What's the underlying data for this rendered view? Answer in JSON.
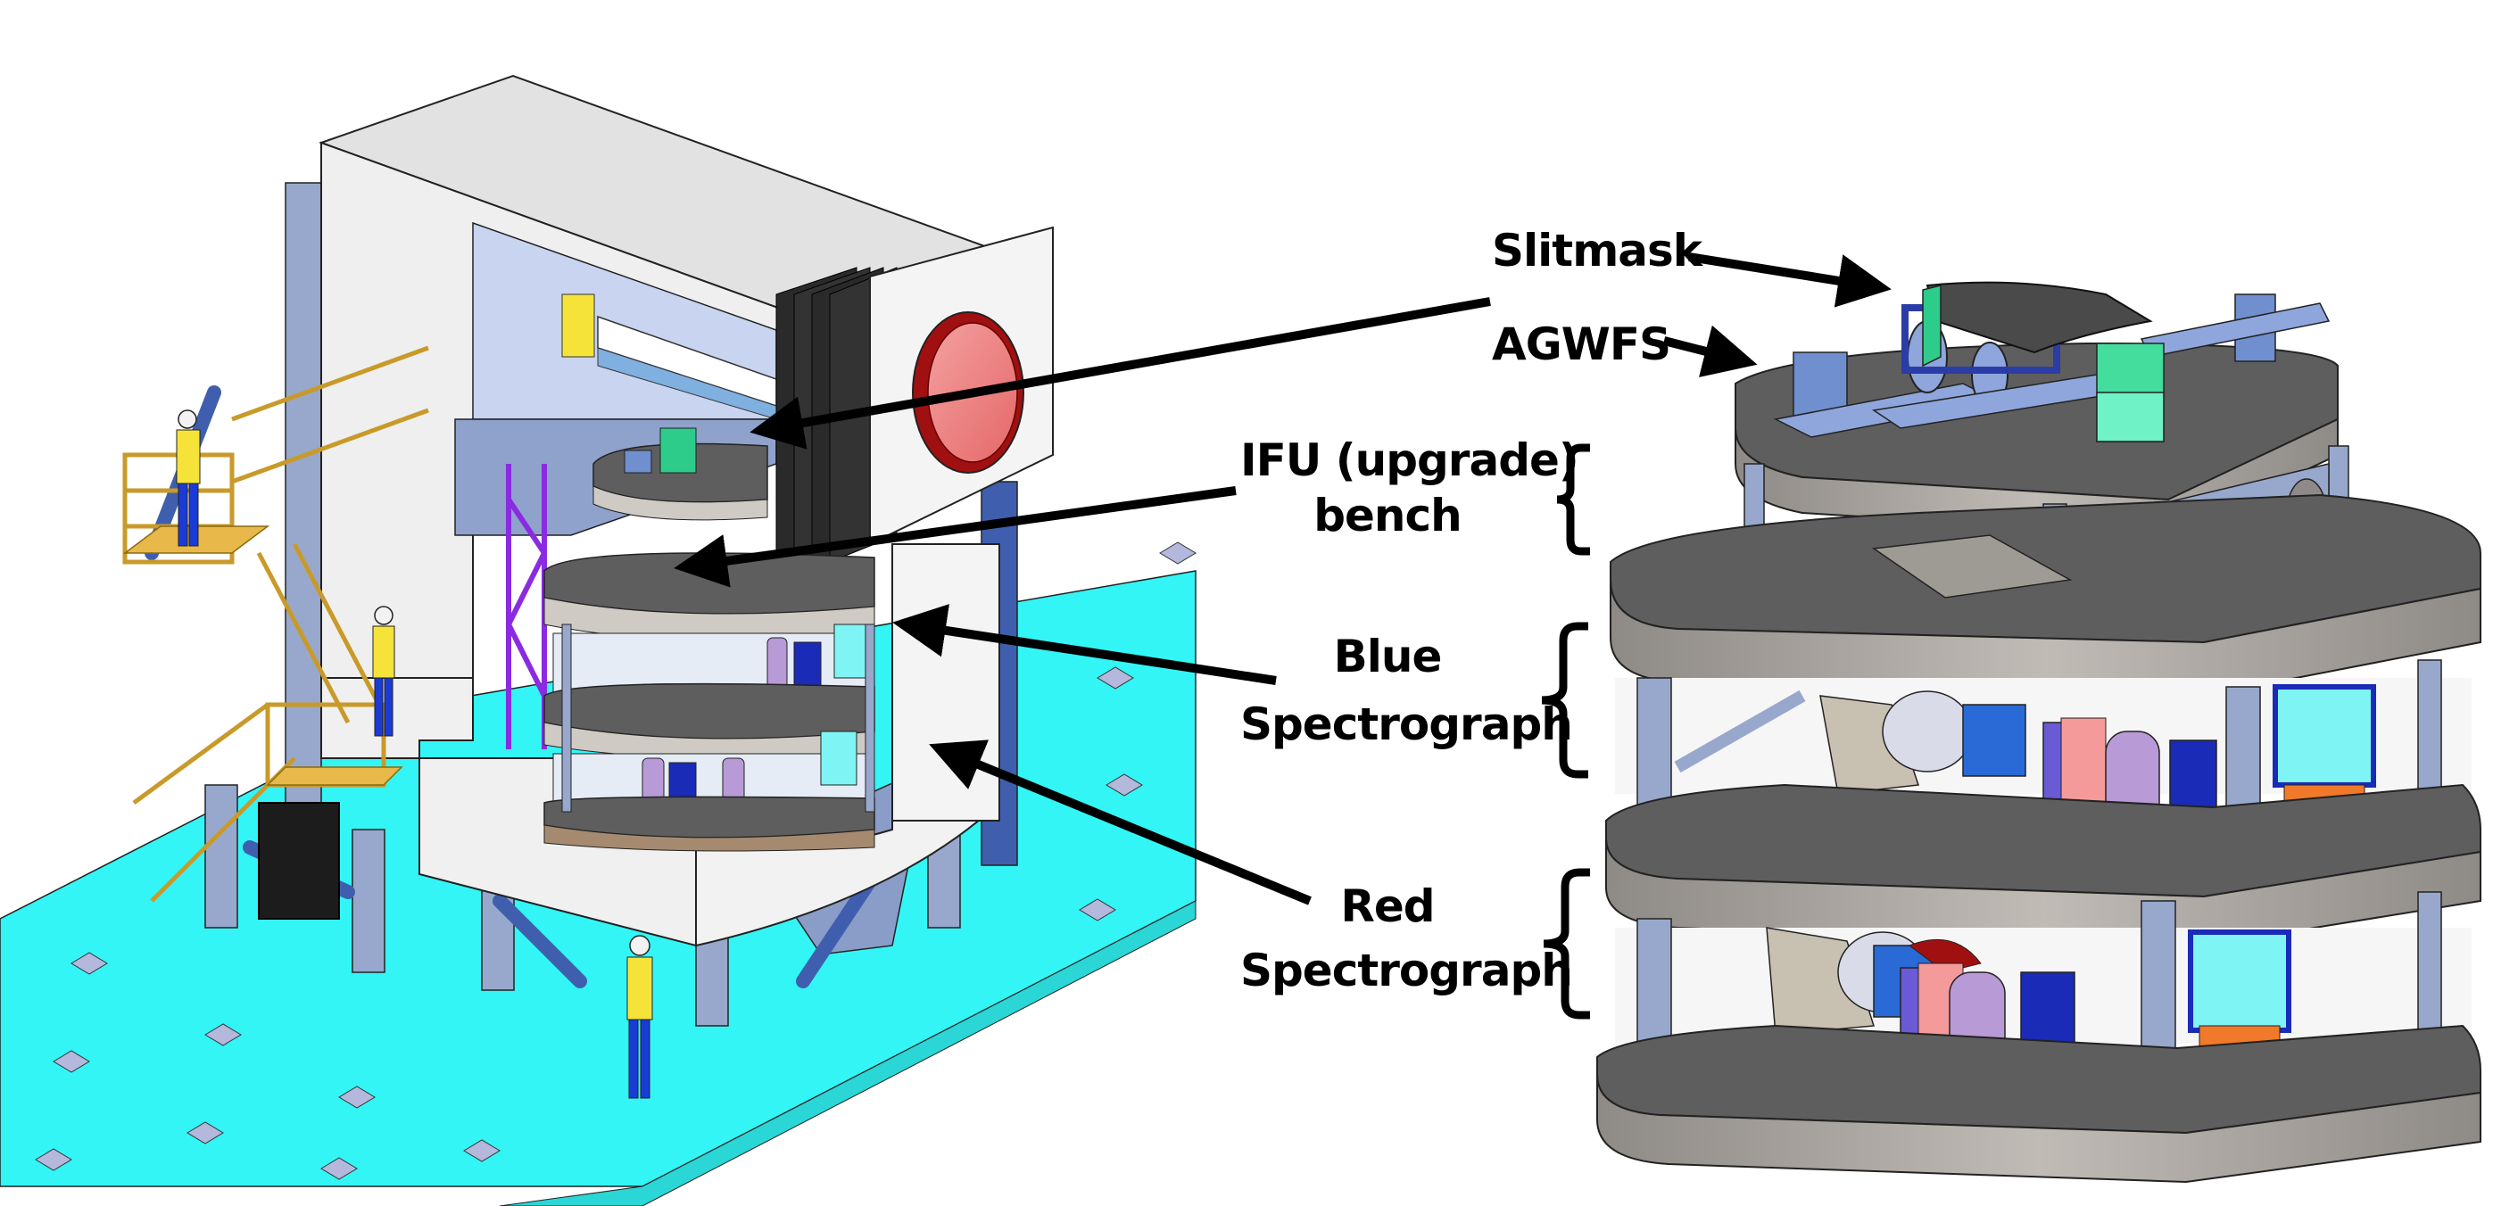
{
  "figure": {
    "left_view": "Instrument installed on telescope platform (cutaway view)",
    "right_view": "Stacked instrument benches (detail view)"
  },
  "labels": {
    "slitmask": "Slitmask",
    "agwfs": "AGWFS",
    "ifu": {
      "line1": "IFU (upgrade)",
      "line2": "bench"
    },
    "blue": {
      "line1": "Blue",
      "line2": "Spectrograph"
    },
    "red": {
      "line1": "Red",
      "line2": "Spectrograph"
    }
  },
  "colors": {
    "floor": "#33f5f5",
    "floor_edge": "#2ad6d6",
    "floor_tile": "#b4b8dc",
    "enclosure": "#efefef",
    "enclosure_top": "#e2e2e2",
    "steel": "#98a8cc",
    "steel_dark": "#3f5fae",
    "bench_top": "#5e5e5e",
    "bench_edge": "#a8a29c",
    "ladder": "#e8b84a",
    "bellows": "#2a2a2a",
    "window_rim": "#a01010",
    "window": "#ef7b7b",
    "truss": "#8a2be2",
    "optics_blue": "#6f8fcf",
    "optics_green": "#2ecc8a",
    "rotator": "#98c070",
    "cryostat": "#b89ad6",
    "detector": "#1a2bb8",
    "cyan_panel": "#7ff4f4",
    "orange_stand": "#f07a2a",
    "pink_box": "#f49a9a",
    "arrow": "#000000"
  }
}
